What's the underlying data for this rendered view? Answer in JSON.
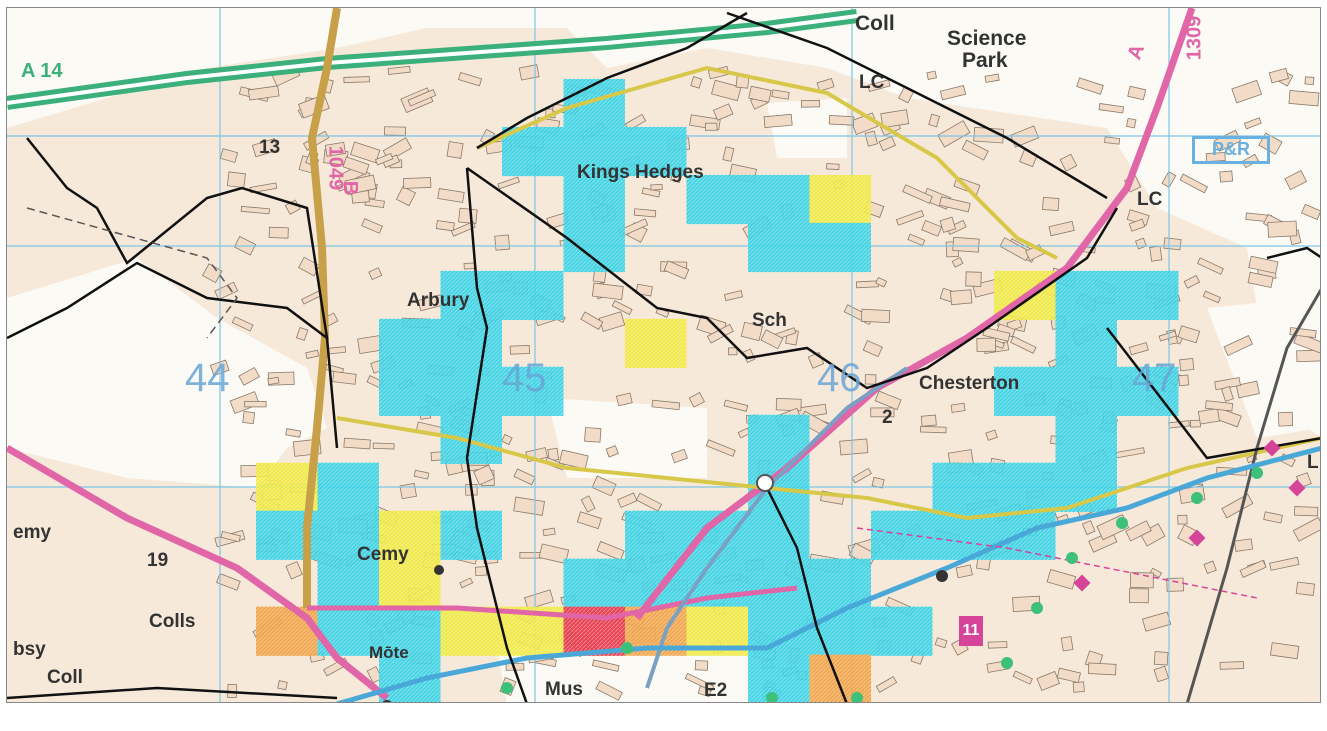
{
  "map": {
    "labels": {
      "a14": "A 14",
      "coll_top": "Coll",
      "science": "Science",
      "park": "Park",
      "lc_top": "LC",
      "a1309": "1309",
      "a_road": "A",
      "b_road": "B",
      "b_num": "1049",
      "n13": "13",
      "kings_hedges": "Kings Hedges",
      "arbury": "Arbury",
      "sch": "Sch",
      "chesterton": "Chesterton",
      "lc_right": "LC",
      "emy": "emy",
      "n19": "19",
      "cemy": "Cemy",
      "colls": "Colls",
      "bsy": "bsy",
      "coll_bottom": "Coll",
      "mus": "Mus",
      "e2": "E2",
      "n2": "2",
      "n11": "11",
      "l_edge": "L",
      "mote": "Mōte",
      "p_and_r": "P&R"
    },
    "grid_numbers": [
      "44",
      "45",
      "46",
      "47"
    ],
    "colors": {
      "cyan": "#32d2e6",
      "yellow": "#f0ea3c",
      "orange": "#f0a040",
      "red": "#e63246",
      "grid": "#7cc6e6",
      "boundary": "#111111",
      "a_road": "#e066a8",
      "b_road": "#c8a04a",
      "minor_road": "#d8c84a",
      "trunk": "#3cb07a",
      "urban": "#f5e3d2"
    },
    "heat_cells": [
      {
        "col": 9,
        "row": 1,
        "level": "cyan"
      },
      {
        "col": 9,
        "row": 2,
        "level": "cyan"
      },
      {
        "col": 8,
        "row": 2,
        "level": "cyan"
      },
      {
        "col": 10,
        "row": 2,
        "level": "cyan"
      },
      {
        "col": 9,
        "row": 3,
        "level": "cyan"
      },
      {
        "col": 9,
        "row": 4,
        "level": "cyan"
      },
      {
        "col": 11,
        "row": 3,
        "level": "cyan"
      },
      {
        "col": 12,
        "row": 3,
        "level": "cyan"
      },
      {
        "col": 13,
        "row": 3,
        "level": "yellow"
      },
      {
        "col": 12,
        "row": 4,
        "level": "cyan"
      },
      {
        "col": 13,
        "row": 4,
        "level": "cyan"
      },
      {
        "col": 7,
        "row": 5,
        "level": "cyan"
      },
      {
        "col": 8,
        "row": 5,
        "level": "cyan"
      },
      {
        "col": 6,
        "row": 6,
        "level": "cyan"
      },
      {
        "col": 7,
        "row": 6,
        "level": "cyan"
      },
      {
        "col": 10,
        "row": 6,
        "level": "yellow"
      },
      {
        "col": 16,
        "row": 5,
        "level": "yellow"
      },
      {
        "col": 17,
        "row": 5,
        "level": "cyan"
      },
      {
        "col": 18,
        "row": 5,
        "level": "cyan"
      },
      {
        "col": 17,
        "row": 6,
        "level": "cyan"
      },
      {
        "col": 6,
        "row": 7,
        "level": "cyan"
      },
      {
        "col": 7,
        "row": 7,
        "level": "cyan"
      },
      {
        "col": 8,
        "row": 7,
        "level": "cyan"
      },
      {
        "col": 7,
        "row": 8,
        "level": "cyan"
      },
      {
        "col": 16,
        "row": 7,
        "level": "cyan"
      },
      {
        "col": 17,
        "row": 7,
        "level": "cyan"
      },
      {
        "col": 18,
        "row": 7,
        "level": "cyan"
      },
      {
        "col": 17,
        "row": 8,
        "level": "cyan"
      },
      {
        "col": 12,
        "row": 8,
        "level": "cyan"
      },
      {
        "col": 12,
        "row": 9,
        "level": "cyan"
      },
      {
        "col": 17,
        "row": 9,
        "level": "cyan"
      },
      {
        "col": 15,
        "row": 9,
        "level": "cyan"
      },
      {
        "col": 16,
        "row": 9,
        "level": "cyan"
      },
      {
        "col": 4,
        "row": 9,
        "level": "yellow"
      },
      {
        "col": 5,
        "row": 9,
        "level": "cyan"
      },
      {
        "col": 4,
        "row": 10,
        "level": "cyan"
      },
      {
        "col": 5,
        "row": 10,
        "level": "cyan"
      },
      {
        "col": 6,
        "row": 10,
        "level": "yellow"
      },
      {
        "col": 7,
        "row": 10,
        "level": "cyan"
      },
      {
        "col": 10,
        "row": 10,
        "level": "cyan"
      },
      {
        "col": 11,
        "row": 10,
        "level": "cyan"
      },
      {
        "col": 12,
        "row": 10,
        "level": "cyan"
      },
      {
        "col": 14,
        "row": 10,
        "level": "cyan"
      },
      {
        "col": 15,
        "row": 10,
        "level": "cyan"
      },
      {
        "col": 16,
        "row": 10,
        "level": "cyan"
      },
      {
        "col": 5,
        "row": 11,
        "level": "cyan"
      },
      {
        "col": 6,
        "row": 11,
        "level": "yellow"
      },
      {
        "col": 9,
        "row": 11,
        "level": "cyan"
      },
      {
        "col": 10,
        "row": 11,
        "level": "cyan"
      },
      {
        "col": 11,
        "row": 11,
        "level": "cyan"
      },
      {
        "col": 12,
        "row": 11,
        "level": "cyan"
      },
      {
        "col": 13,
        "row": 11,
        "level": "cyan"
      },
      {
        "col": 4,
        "row": 12,
        "level": "orange"
      },
      {
        "col": 5,
        "row": 12,
        "level": "cyan"
      },
      {
        "col": 6,
        "row": 12,
        "level": "cyan"
      },
      {
        "col": 7,
        "row": 12,
        "level": "yellow"
      },
      {
        "col": 8,
        "row": 12,
        "level": "yellow"
      },
      {
        "col": 9,
        "row": 12,
        "level": "red"
      },
      {
        "col": 10,
        "row": 12,
        "level": "orange"
      },
      {
        "col": 11,
        "row": 12,
        "level": "yellow"
      },
      {
        "col": 12,
        "row": 12,
        "level": "cyan"
      },
      {
        "col": 13,
        "row": 12,
        "level": "cyan"
      },
      {
        "col": 14,
        "row": 12,
        "level": "cyan"
      },
      {
        "col": 6,
        "row": 13,
        "level": "cyan"
      },
      {
        "col": 12,
        "row": 13,
        "level": "cyan"
      },
      {
        "col": 13,
        "row": 13,
        "level": "orange"
      }
    ]
  }
}
